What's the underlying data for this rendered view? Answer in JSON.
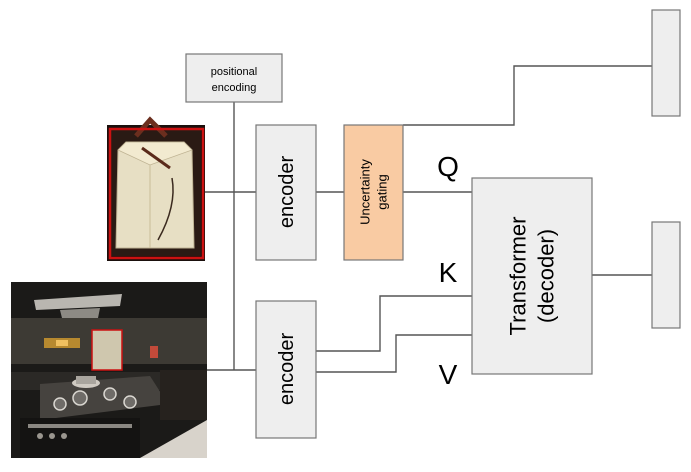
{
  "positional_encoding": {
    "line1": "positional",
    "line2": "encoding"
  },
  "encoder_top": {
    "label": "encoder"
  },
  "encoder_bottom": {
    "label": "encoder"
  },
  "uncertainty_gating": {
    "line1": "Uncertainty",
    "line2": "gating",
    "fill": "#f9cba3"
  },
  "transformer": {
    "line1": "Transformer",
    "line2": "(decoder)"
  },
  "inputs": {
    "q": "Q",
    "k": "K",
    "v": "V"
  },
  "colors": {
    "box_fill": "#eeeeee",
    "box_stroke": "#777777",
    "wire": "#555555",
    "crop_frame": "#cc1111"
  },
  "images": {
    "crop": {
      "description_icon": "paper-takeout-box-crop"
    },
    "scene": {
      "description_icon": "dark-kitchen-scene"
    }
  }
}
